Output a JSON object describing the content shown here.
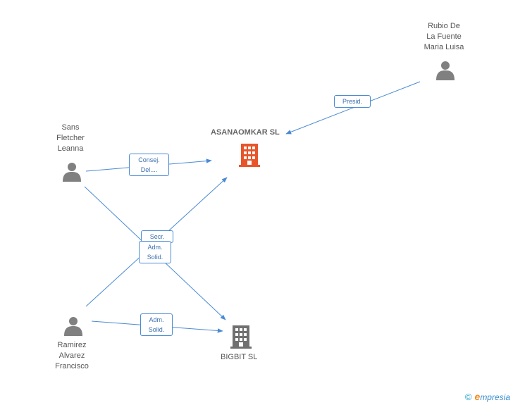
{
  "colors": {
    "edge": "#4a8ad4",
    "person_icon": "#808080",
    "main_company_icon": "#e8552a",
    "company_icon": "#707070"
  },
  "nodes": {
    "rubio": {
      "lines": [
        "Rubio De",
        "La Fuente",
        "Maria Luisa"
      ],
      "icon": "person-icon"
    },
    "sans": {
      "lines": [
        "Sans",
        "Fletcher",
        "Leanna"
      ],
      "icon": "person-icon"
    },
    "ramirez": {
      "lines": [
        "Ramirez",
        "Alvarez",
        "Francisco"
      ],
      "icon": "person-icon"
    },
    "asanaomkar": {
      "label": "ASANAOMKAR SL",
      "icon": "building-icon"
    },
    "bigbit": {
      "label": "BIGBIT SL",
      "icon": "building-icon"
    }
  },
  "edges": {
    "presid": {
      "lines": [
        "Presid."
      ]
    },
    "consej": {
      "lines": [
        "Consej.",
        "Del...."
      ]
    },
    "secr": {
      "lines": [
        "Secr."
      ]
    },
    "adm_solid_1": {
      "lines": [
        "Adm.",
        "Solid."
      ]
    },
    "adm_solid_2": {
      "lines": [
        "Adm.",
        "Solid."
      ]
    }
  },
  "watermark": {
    "copyright": "©",
    "brand_initial": "e",
    "brand_rest": "mpresia"
  }
}
